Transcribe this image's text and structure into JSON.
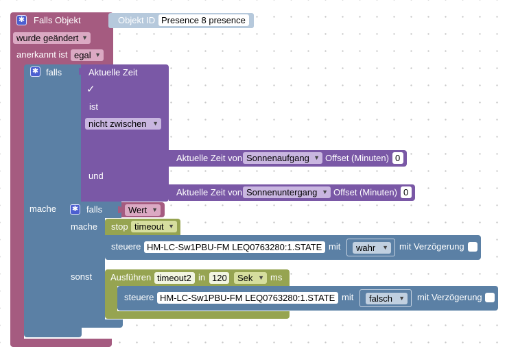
{
  "trigger": {
    "title": "Falls Objekt",
    "objekt_id_label": "Objekt ID",
    "objekt_id_value": "Presence 8 presence",
    "change_mode": "wurde geändert",
    "ack_label": "anerkannt ist",
    "ack_value": "egal"
  },
  "outer_if": {
    "if_label": "falls",
    "time_block_label": "Aktuelle Zeit",
    "check_mark": "✓",
    "ist_label": "ist",
    "compare_mode": "nicht zwischen",
    "und_label": "und",
    "sunrise": {
      "prefix": "Aktuelle Zeit von",
      "value": "Sonnenaufgang",
      "offset_label": "Offset (Minuten)",
      "offset_value": "0"
    },
    "sunset": {
      "prefix": "Aktuelle Zeit von",
      "value": "Sonnenuntergang",
      "offset_label": "Offset (Minuten)",
      "offset_value": "0"
    },
    "mache_label": "mache"
  },
  "inner_if": {
    "if_label": "falls",
    "condition": "Wert",
    "mache_label": "mache",
    "sonst_label": "sonst",
    "stop": {
      "label": "stop",
      "timeout": "timeout"
    },
    "control_true": {
      "label": "steuere",
      "device": "HM-LC-Sw1PBU-FM LEQ0763280:1.STATE",
      "mit_label": "mit",
      "value": "wahr",
      "delay_label": "mit Verzögerung"
    },
    "timeout_block": {
      "label": "Ausführen",
      "timeout_name": "timeout2",
      "in_label": "in",
      "amount": "120",
      "unit": "Sek",
      "ms_label": "ms"
    },
    "control_false": {
      "label": "steuere",
      "device": "HM-LC-Sw1PBU-FM LEQ0763280:1.STATE",
      "mit_label": "mit",
      "value": "falsch",
      "delay_label": "mit Verzögerung"
    }
  },
  "icons": {
    "gear": "gear-icon",
    "dropdown": "dropdown-arrow-icon"
  },
  "colors": {
    "trigger": "#a55b80",
    "logic": "#5b80a5",
    "time": "#7a58a6",
    "variable": "#a55b80",
    "timer": "#96a451",
    "device": "#5b80a5"
  }
}
